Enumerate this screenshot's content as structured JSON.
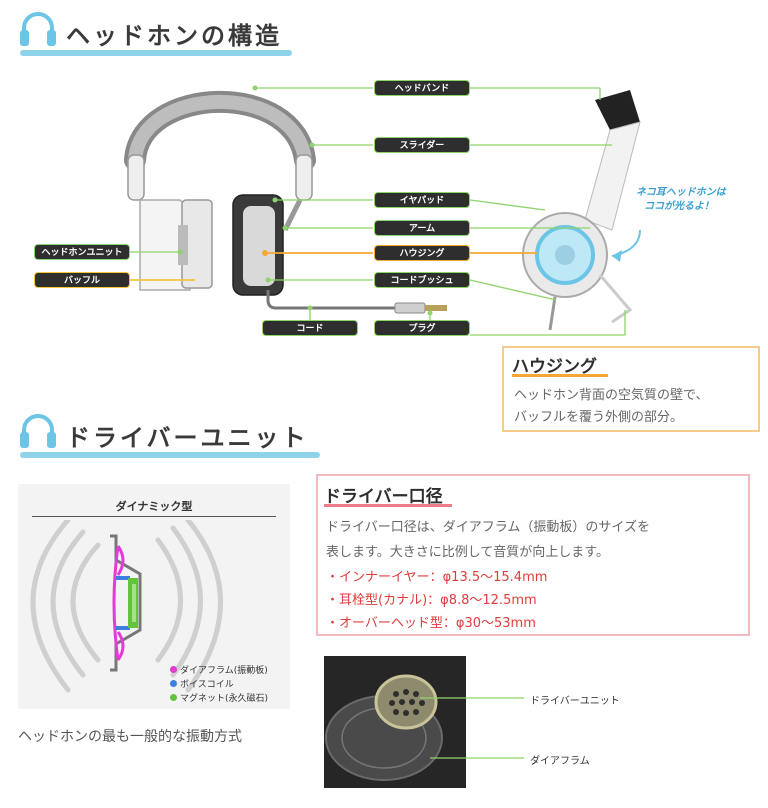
{
  "section1": {
    "title": "ヘッドホンの構造",
    "labels": {
      "headband": "ヘッドバンド",
      "slider": "スライダー",
      "earpad": "イヤパッド",
      "arm": "アーム",
      "housing": "ハウジング",
      "cord_bush": "コードブッシュ",
      "cord": "コード",
      "plug": "プラグ",
      "headphone_unit": "ヘッドホンユニット",
      "baffle": "バッフル"
    },
    "neko_note": [
      "ネコ耳ヘッドホンは",
      "ココが光るよ！"
    ],
    "housing_callout": {
      "title": "ハウジング",
      "lines": [
        "ヘッドホン背面の空気質の壁で、",
        "バッフルを覆う外側の部分。"
      ]
    }
  },
  "section2": {
    "title": "ドライバーユニット",
    "diagram": {
      "title": "ダイナミック型",
      "legend": [
        "ダイアフラム(振動板)",
        "ボイスコイル",
        "マグネット(永久磁石)"
      ],
      "caption": "ヘッドホンの最も一般的な振動方式"
    },
    "driver_callout": {
      "title": "ドライバー口径",
      "lines": [
        "ドライバー口径は、ダイアフラム（振動板）のサイズを",
        "表します。大きさに比例して音質が向上します。"
      ],
      "items": [
        "・インナーイヤー：φ13.5～15.4mm",
        "・耳栓型(カナル)：φ8.8～12.5mm",
        "・オーバーヘッド型：φ30～53mm"
      ]
    },
    "photo_labels": [
      "ドライバーユニット",
      "ダイアフラム"
    ]
  },
  "colors": {
    "accent_blue": "#6cc5e6",
    "line_green": "#8ed36b",
    "orange": "#f5a833",
    "pink_border": "#f3b9c0",
    "diaphragm_magenta": "#e23bd6",
    "coil_blue": "#3c7fe0",
    "magnet_green": "#62c43b"
  }
}
